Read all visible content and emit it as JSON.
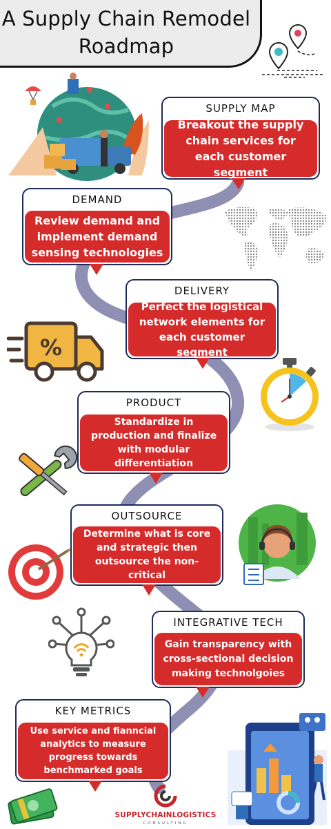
{
  "title": {
    "line1": "A Supply Chain Remodel",
    "line2": "Roadmap"
  },
  "colors": {
    "accent_red": "#d62b2b",
    "road": "#8f8fb3",
    "card_border": "#1e2a5a"
  },
  "steps": [
    {
      "label": "SUPPLY MAP",
      "text": "Breakout the supply chain services for each customer segment",
      "icon": "logistics-globe-illustration"
    },
    {
      "label": "DEMAND",
      "text": "Review demand and implement demand sensing technologies",
      "icon": "world-map-icon"
    },
    {
      "label": "DELIVERY",
      "text": "Perfect the logistical network elements for each customer segment",
      "icon": "delivery-truck-icon"
    },
    {
      "label": "PRODUCT",
      "text": "Standardize in production and finalize with modular differentiation",
      "icon": "stopwatch-icon"
    },
    {
      "label": "OUTSOURCE",
      "text": "Determine what is core and strategic then outsource the non-critical",
      "icon": "call-center-agent-icon"
    },
    {
      "label": "INTEGRATIVE TECH",
      "text": "Gain transparency with cross-sectional decision making technolgoies",
      "icon": "smart-bulb-icon"
    },
    {
      "label": "KEY METRICS",
      "text": "Use service and fianncial analytics to measure progress towards benchmarked goals",
      "icon": "analytics-dashboard-icon"
    }
  ],
  "brand": {
    "name": "SUPPLYCHAINLOGISTICS",
    "sub": "CONSULTING"
  }
}
